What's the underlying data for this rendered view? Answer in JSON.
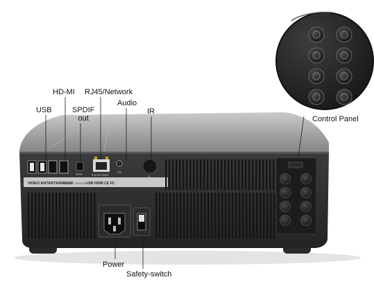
{
  "labels": {
    "usb": "USB",
    "hdmi": "HD-MI",
    "spdif_line1": "SPDIF",
    "spdif_line2": "out",
    "rj45": "RJ45/Network",
    "audio": "Audio",
    "ir": "IR",
    "control_panel": "Control Panel",
    "power": "Power",
    "safety_switch": "Safety-switch"
  },
  "device_text": {
    "brand_strip": "VIDEO ENTERTAINMENT",
    "brand_sub": "HOME THEATER",
    "spdif_port": "SPDIF",
    "rj45_port": "RJ45 NETWORK",
    "ir_port": "IR",
    "cert_marks": "USB   HDMI   CE  FC"
  },
  "colors": {
    "shell_top": "#9a9c9e",
    "shell_dark": "#2b2c2e",
    "vent": "#1a1b1c",
    "callout_line": "#1a1a1a"
  }
}
